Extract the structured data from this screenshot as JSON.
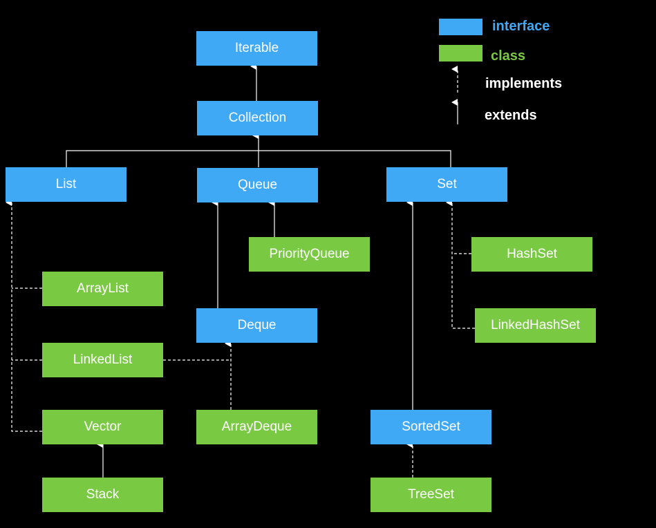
{
  "colors": {
    "interface": "#3fa9f5",
    "class": "#7ac943",
    "background": "#000000",
    "line": "#ffffff"
  },
  "legend": {
    "interface_label": "interface",
    "class_label": "class",
    "implements_label": "implements",
    "extends_label": "extends"
  },
  "nodes": {
    "iterable": "Iterable",
    "collection": "Collection",
    "list": "List",
    "queue": "Queue",
    "set": "Set",
    "priority_queue": "PriorityQueue",
    "hash_set": "HashSet",
    "array_list": "ArrayList",
    "linked_hash_set": "LinkedHashSet",
    "deque": "Deque",
    "linked_list": "LinkedList",
    "vector": "Vector",
    "array_deque": "ArrayDeque",
    "sorted_set": "SortedSet",
    "stack": "Stack",
    "tree_set": "TreeSet"
  }
}
